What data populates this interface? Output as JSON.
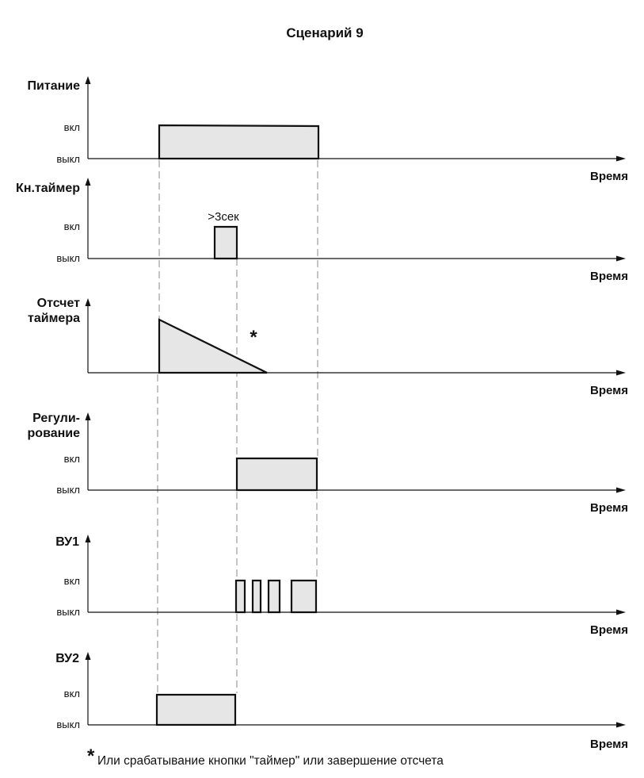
{
  "title": "Сценарий 9",
  "labels": {
    "on": "вкл",
    "off": "выкл",
    "time": "Время",
    "pulse_duration": ">3сек",
    "asterisk": "*"
  },
  "channels": [
    {
      "id": "power",
      "label_lines": [
        "Питание"
      ]
    },
    {
      "id": "button",
      "label_lines": [
        "Кн.таймер"
      ]
    },
    {
      "id": "countdown",
      "label_lines": [
        "Отсчет",
        "таймера"
      ]
    },
    {
      "id": "regulation",
      "label_lines": [
        "Регули-",
        "рование"
      ]
    },
    {
      "id": "vu1",
      "label_lines": [
        "ВУ1"
      ]
    },
    {
      "id": "vu2",
      "label_lines": [
        "ВУ2"
      ]
    }
  ],
  "footnote": {
    "star": "*",
    "text": "Или срабатывание кнопки \"таймер\" или завершение отсчета"
  },
  "colors": {
    "line": "#111111",
    "fill": "#e6e6e6",
    "guide": "#888888"
  }
}
